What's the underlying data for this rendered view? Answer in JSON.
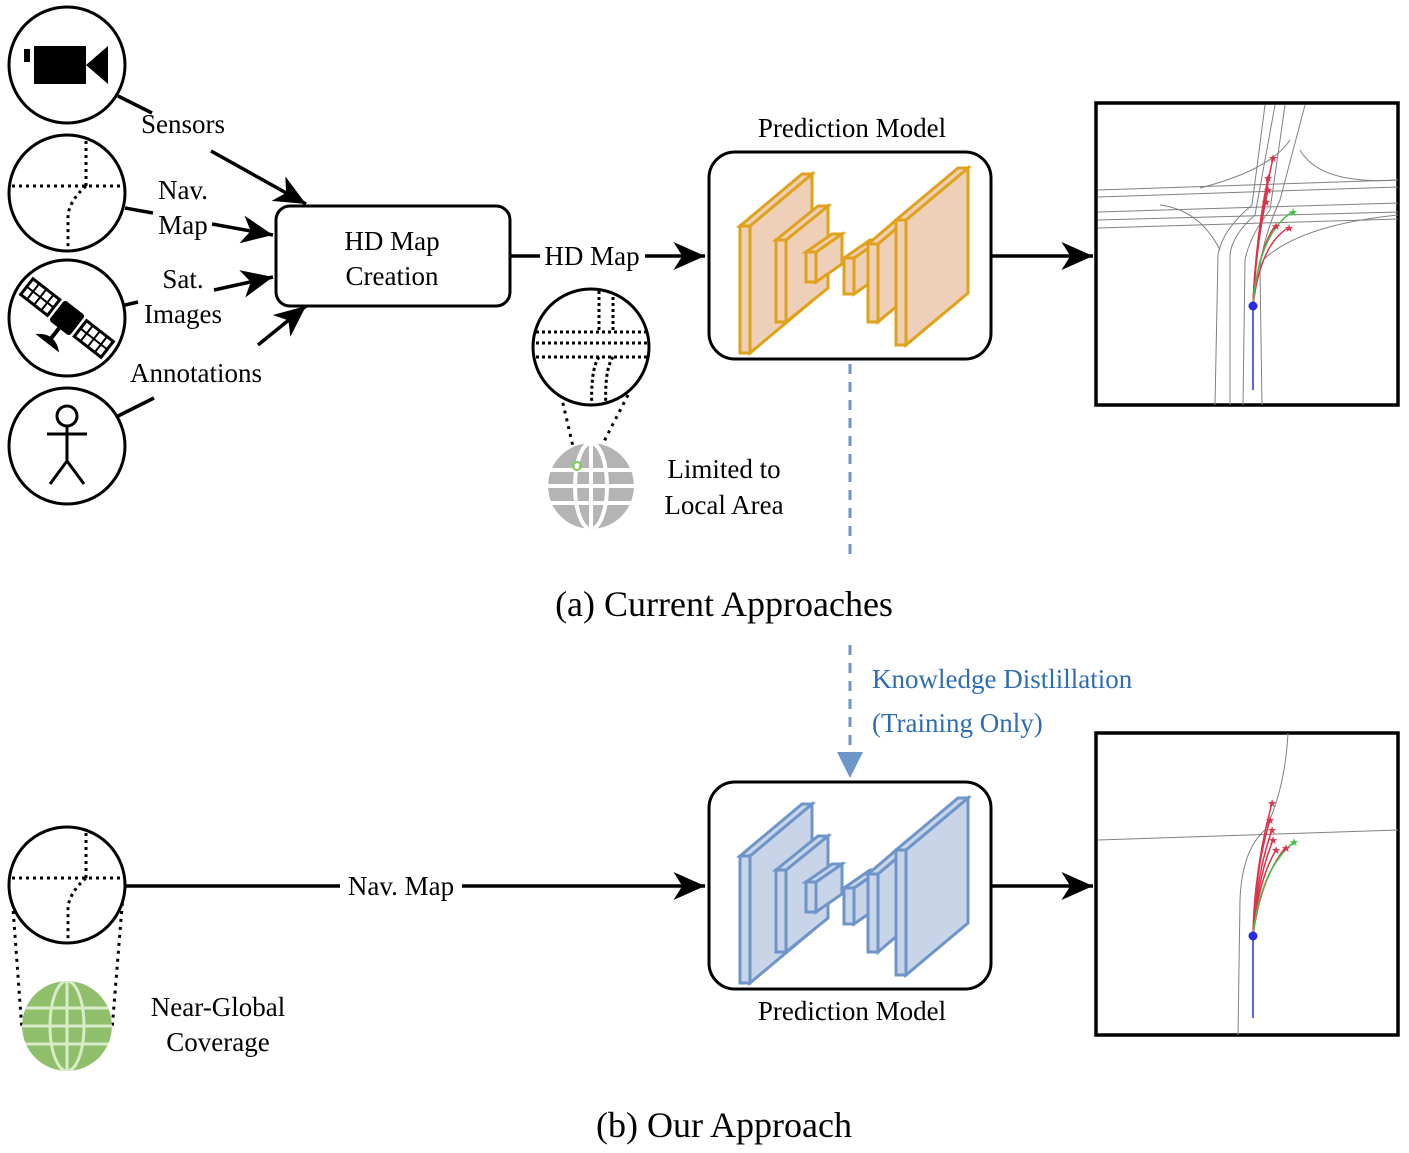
{
  "inputs": {
    "sensors": "Sensors",
    "nav_map_line1": "Nav.",
    "nav_map_line2": "Map",
    "sat_line1": "Sat.",
    "sat_line2": "Images",
    "annotations": "Annotations"
  },
  "hd_map_creation": {
    "line1": "HD Map",
    "line2": "Creation"
  },
  "hd_map_edge": "HD Map",
  "limited": {
    "line1": "Limited to",
    "line2": "Local Area"
  },
  "prediction_model_top": "Prediction Model",
  "prediction_model_bottom": "Prediction Model",
  "caption_a": "(a) Current Approaches",
  "distillation": {
    "line1": "Knowledge Distlillation",
    "line2": "(Training Only)"
  },
  "nav_map_edge": "Nav. Map",
  "near_global": {
    "line1": "Near-Global",
    "line2": "Coverage"
  },
  "caption_b": "(b) Our Approach",
  "colors": {
    "orange_stroke": "#e0a21b",
    "orange_fill": "#eecfb7",
    "blue_stroke": "#6e95c9",
    "blue_fill": "#c8d4e7",
    "distill_blue": "#2f6db3",
    "globe_gray": "#b4b4b4",
    "globe_green": "#8fbf6b",
    "traj_red": "#e0304a",
    "traj_green": "#46c24a",
    "agent_blue": "#2a2ae8"
  },
  "icons": [
    "video-camera-icon",
    "map-crossing-icon",
    "satellite-icon",
    "person-icon",
    "globe-icon"
  ]
}
